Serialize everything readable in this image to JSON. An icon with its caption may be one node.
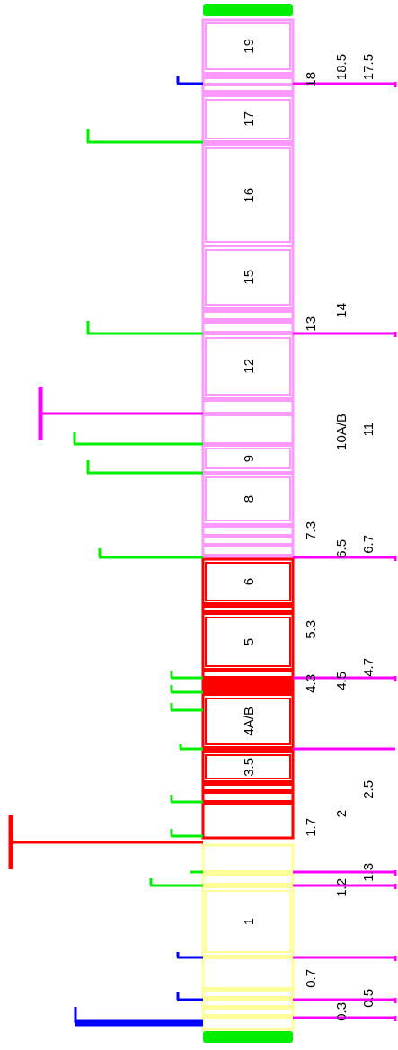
{
  "diagram": {
    "nodes": [
      {
        "text": [
          "19"
        ]
      },
      {
        "text": [
          "17"
        ]
      },
      {
        "text": [
          "16"
        ]
      },
      {
        "text": [
          "15"
        ]
      },
      {
        "text": [
          "12"
        ]
      },
      {
        "text": [
          "9"
        ]
      },
      {
        "text": [
          "8"
        ]
      },
      {
        "text": [
          "6"
        ]
      },
      {
        "text": [
          "5"
        ]
      },
      {
        "text": [
          "4A/B"
        ]
      },
      {
        "text": [
          "3.5"
        ]
      },
      {
        "text": [
          "1"
        ]
      }
    ],
    "labels": [
      "18.5",
      "17.5",
      "18",
      "14",
      "13",
      "10A/B",
      "11",
      "7.3",
      "6.7",
      "6.5",
      "5.3",
      "4.7",
      "4.3",
      "4.5",
      "2.5",
      "1.7",
      "2",
      "1.3",
      "1.2",
      "0.5",
      "0.7",
      "0.3"
    ]
  }
}
